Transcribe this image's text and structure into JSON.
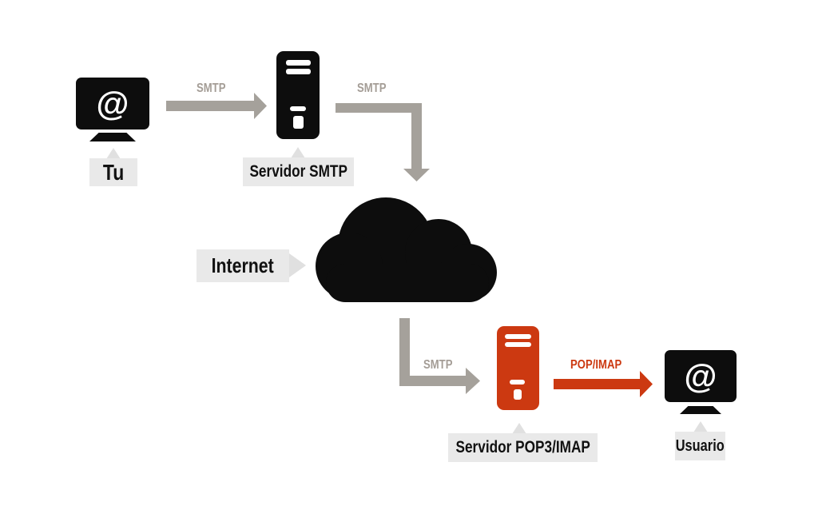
{
  "diagram": {
    "at_symbol": "@",
    "nodes": {
      "sender": {
        "label": "Tu"
      },
      "smtp_server": {
        "label": "Servidor SMTP"
      },
      "internet": {
        "label": "Internet"
      },
      "pop_server": {
        "label": "Servidor POP3/IMAP"
      },
      "recipient": {
        "label": "Usuario"
      }
    },
    "edges": [
      {
        "from": "sender",
        "to": "smtp_server",
        "label": "SMTP"
      },
      {
        "from": "smtp_server",
        "to": "internet",
        "label": "SMTP"
      },
      {
        "from": "internet",
        "to": "pop_server",
        "label": "SMTP"
      },
      {
        "from": "pop_server",
        "to": "recipient",
        "label": "POP/IMAP"
      }
    ],
    "colors": {
      "background": "#ffffff",
      "black": "#0d0d0d",
      "gray_arrow": "#a5a19b",
      "gray_label_text": "#a49d96",
      "label_bg": "#e9e9e9",
      "label_pointer": "#e0e0e0",
      "accent_red": "#cc3911"
    }
  }
}
